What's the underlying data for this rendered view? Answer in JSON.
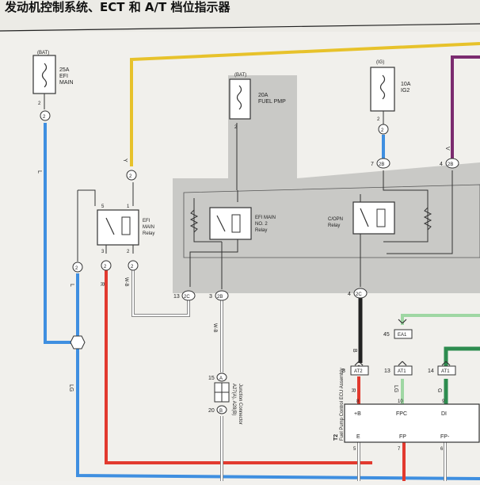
{
  "title": "发动机控制系统、ECT 和 A/T 档位指示器",
  "fuses": {
    "efi_main": {
      "source": "(BAT)",
      "rating": "25A",
      "name1": "EFI",
      "name2": "MAIN",
      "pin": "2",
      "conn": "2"
    },
    "fuel_pmp": {
      "source": "(BAT)",
      "rating": "20A",
      "name": "FUEL PMP",
      "pin": "2"
    },
    "ig2": {
      "source": "(IG)",
      "rating": "10A",
      "name": "IG2",
      "pin": "2",
      "conn": "2"
    }
  },
  "relays": {
    "efi_main": {
      "name1": "EFI",
      "name2": "MAIN",
      "name3": "Relay",
      "pin5": "5",
      "pin1": "1",
      "pin3": "3",
      "pin2": "2"
    },
    "efi_main_no2": {
      "name1": "EFI MAIN",
      "name2": "NO. 2",
      "name3": "Relay"
    },
    "c_opn": {
      "name1": "C/OPN",
      "name2": "Relay"
    }
  },
  "wires": {
    "L": "L",
    "L2": "L",
    "R": "R",
    "W_B": "W-B",
    "W_B2": "W-B",
    "Y": "Y",
    "V": "V",
    "B": "B",
    "R2": "R",
    "LG": "LG",
    "G": "G",
    "LGlow": "LG"
  },
  "connectors": {
    "c2_left": "2",
    "c2_mid1": "2",
    "c2_mid2": "2",
    "c2_y": "2",
    "c13": "13",
    "c13_id": "2C",
    "c3": "3",
    "c3_id": "2B",
    "c7": "7",
    "c7_id": "2B",
    "c4": "4",
    "c4_id": "2B",
    "c4b": "4",
    "c4b_id": "2C",
    "c45": "45",
    "c45_id": "EA1",
    "c8": "8",
    "c8_id": "AT2",
    "c13b": "13",
    "c13b_id": "AT1",
    "c14": "14",
    "c14_id": "AT1"
  },
  "junction": {
    "p15": "15",
    "p15_id": "A",
    "p20": "20",
    "p20_id": "B",
    "label1": "A27(A), A28(B)",
    "label2": "Junction Connector"
  },
  "ecu": {
    "id": "T2",
    "name": "Fuel Pump Control ECU Assembly",
    "pins_top": [
      "+B",
      "FPC",
      "DI"
    ],
    "pins_top_nums": [
      "8",
      "10",
      "9"
    ],
    "pins_bot": [
      "E",
      "FP",
      "FP-"
    ],
    "pins_bot_nums": [
      "5",
      "7",
      "6"
    ]
  }
}
